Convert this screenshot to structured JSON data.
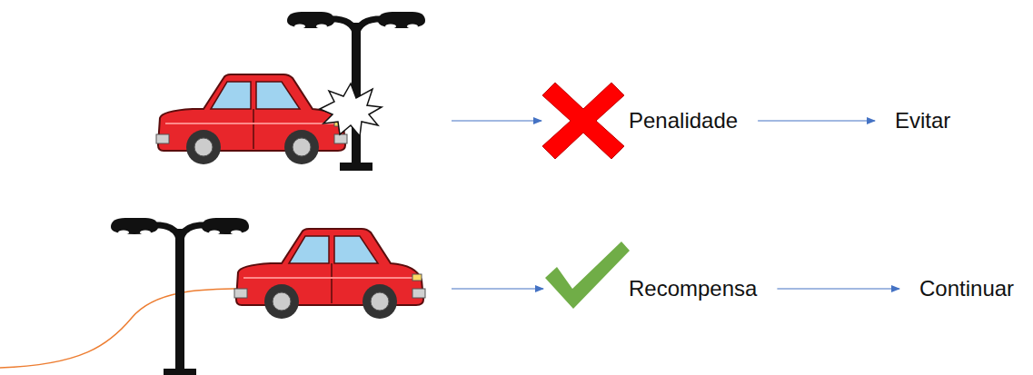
{
  "diagram": {
    "nodes": [
      {
        "text": [
          "Penalidade"
        ]
      },
      {
        "text": [
          "Evitar"
        ]
      },
      {
        "text": [
          "Recompensa"
        ]
      },
      {
        "text": [
          "Continuar"
        ]
      }
    ],
    "edges": [
      {
        "from": 0,
        "to": 1,
        "arrow": "to"
      },
      {
        "from": 2,
        "to": 3,
        "arrow": "to"
      }
    ]
  }
}
